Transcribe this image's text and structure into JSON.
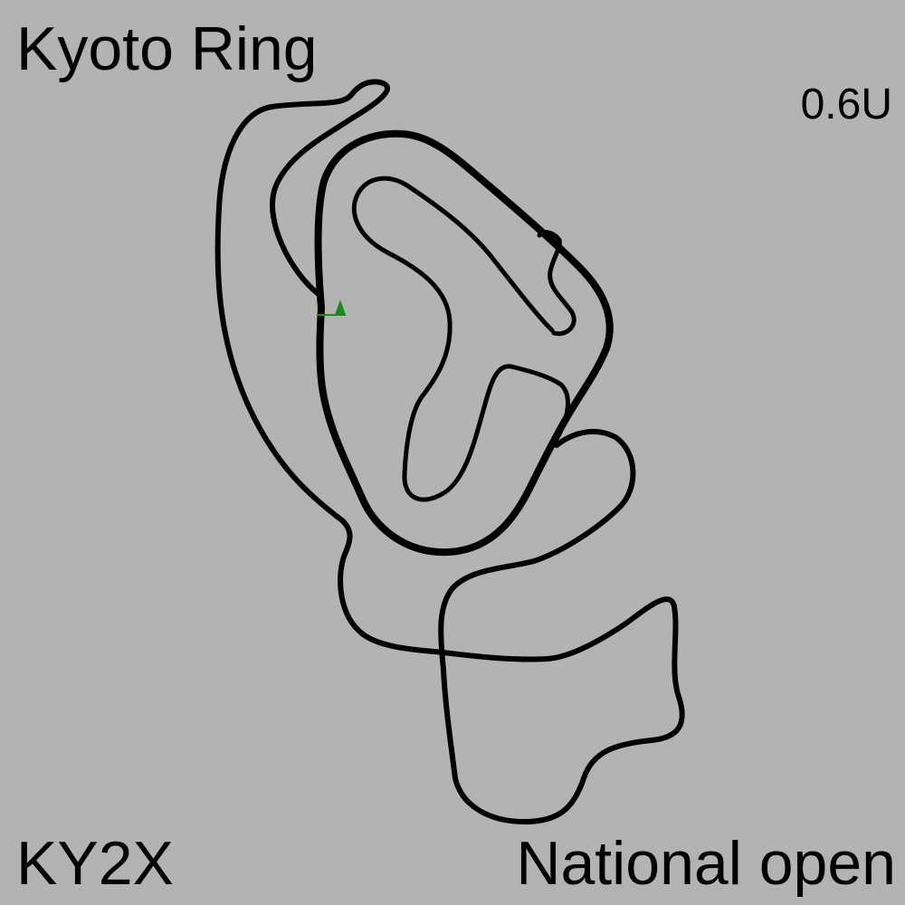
{
  "track": {
    "name": "Kyoto Ring",
    "scale": "0.6U",
    "code": "KY2X",
    "layout": "National open"
  },
  "colors": {
    "background": "#b3b3b3",
    "track_line": "#000000",
    "start_marker": "#1a8a1a"
  },
  "icons": {
    "start_marker": "start-flag-icon"
  }
}
